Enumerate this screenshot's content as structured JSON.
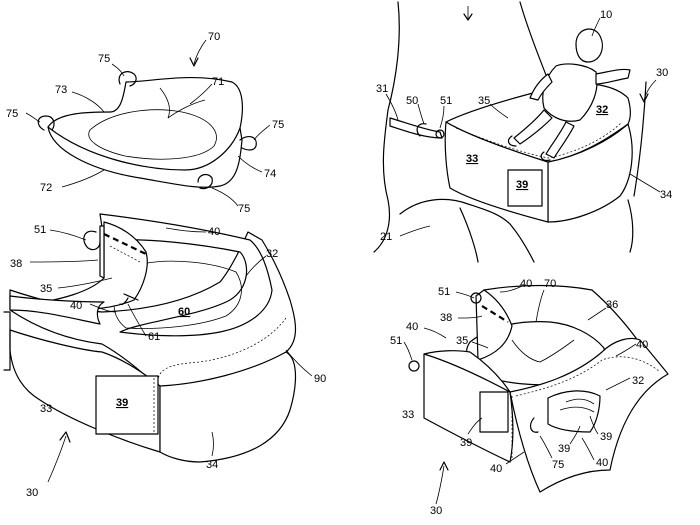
{
  "figures": {
    "pillow": {
      "ref": "70",
      "labels": {
        "l75a": "75",
        "l73": "73",
        "l71": "71",
        "l75b": "75",
        "l75c": "75",
        "l72": "72",
        "l74": "74",
        "l75d": "75"
      }
    },
    "carrier": {
      "ref": "30",
      "labels": {
        "l51": "51",
        "l40a": "40",
        "l32": "32",
        "l38": "38",
        "l35": "35",
        "l40b": "40",
        "l60": "60",
        "l61": "61",
        "l90": "90",
        "l33": "33",
        "l39": "39",
        "l34": "34"
      }
    },
    "worn": {
      "ref": "30",
      "labels": {
        "l10": "10",
        "l31": "31",
        "l50": "50",
        "l51": "51",
        "l35": "35",
        "l32": "32",
        "l33": "33",
        "l39": "39",
        "l34": "34",
        "l21": "21"
      }
    },
    "open": {
      "ref": "30",
      "labels": {
        "l51a": "51",
        "l40a": "40",
        "l70": "70",
        "l36": "36",
        "l38": "38",
        "l40b": "40",
        "l51b": "51",
        "l35": "35",
        "l40c": "40",
        "l32": "32",
        "l33": "33",
        "l39a": "39",
        "l39b": "39",
        "l39c": "39",
        "l40d": "40",
        "l75": "75",
        "l40e": "40"
      }
    }
  }
}
